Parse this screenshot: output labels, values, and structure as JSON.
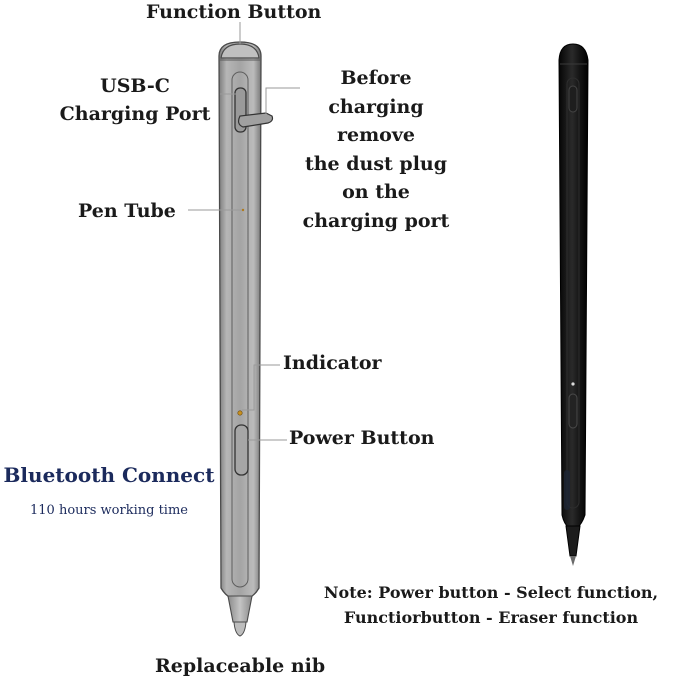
{
  "labels": {
    "function_button": "Function Button",
    "usbc_line1": "USB-C",
    "usbc_line2": "Charging Port",
    "before_line1": "Before",
    "before_line2": "charging",
    "before_line3": "remove",
    "before_line4": "the dust plug",
    "before_line5": "on the",
    "before_line6": "charging port",
    "pen_tube": "Pen Tube",
    "indicator": "Indicator",
    "power_button": "Power Button",
    "replaceable_nib": "Replaceable nib"
  },
  "bluetooth": {
    "title": "Bluetooth Connect",
    "subtitle": "110 hours working time"
  },
  "note": {
    "line1": "Note: Power button - Select function,",
    "line2": "Functiorbutton - Eraser function"
  },
  "colors": {
    "pen_silver": "#a9a9a9",
    "pen_outline": "#4a4a4a",
    "pen_black": "#141414",
    "indicator_dot": "#c8901e",
    "accent_navy": "#1b2a5c"
  }
}
